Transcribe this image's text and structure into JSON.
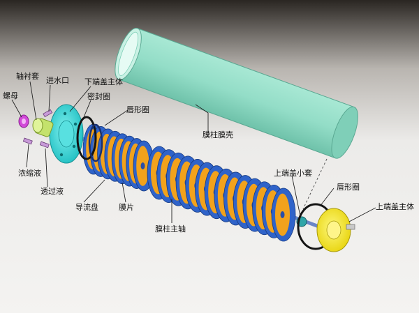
{
  "labels": {
    "nut": "螺母",
    "shaft_sleeve": "轴衬套",
    "water_inlet": "进水口",
    "lower_cap_body": "下端盖主体",
    "seal_ring": "密封圈",
    "lip_ring_left": "唇形圈",
    "concentrate": "浓缩液",
    "permeate": "透过液",
    "guide_plate": "导流盘",
    "membrane": "膜片",
    "column_shaft": "膜柱主轴",
    "column_shell": "膜柱膜壳",
    "upper_cap_sleeve": "上端盖小套",
    "lip_ring_right": "唇形圈",
    "upper_cap_body": "上端盖主体"
  },
  "colors": {
    "background_top": "#2a2622",
    "background_bottom": "#f4f3f1",
    "shell": "#93ddc7",
    "disc_blue": "#2f63c9",
    "disc_orange": "#f2a21c",
    "cap_cyan": "#2fd6d8",
    "cap_yellow": "#f6ea1c",
    "nut_magenta": "#d24ad9",
    "sleeve_green": "#c4e26c",
    "shaft_blue": "#6a86c8",
    "leader_line": "#222222"
  }
}
